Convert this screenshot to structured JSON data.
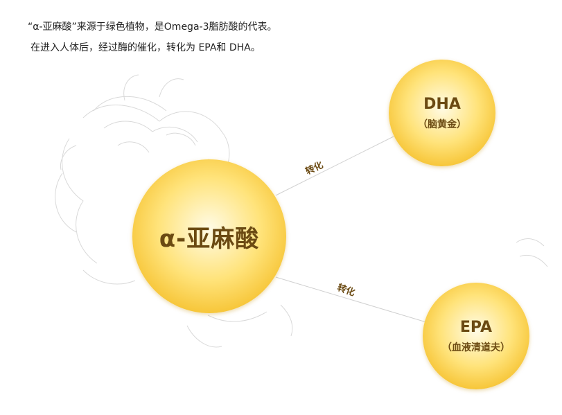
{
  "intro": {
    "line1": "“α-亚麻酸”来源于绿色植物，是Omega-3脂肪酸的代表。",
    "line2": "在进入人体后，经过酶的催化，转化为 EPA和 DHA。"
  },
  "nodes": {
    "ala": {
      "title": "α-亚麻酸"
    },
    "dha": {
      "title": "DHA",
      "subtitle": "（脑黄金）"
    },
    "epa": {
      "title": "EPA",
      "subtitle": "（血液清道夫）"
    }
  },
  "edges": {
    "to_dha": "转化",
    "to_epa": "转化"
  },
  "colors": {
    "circle_text": "#6b4a12",
    "circle_gold": "#f5c02c",
    "line": "#d0d0d0",
    "sketch": "#d9d9d9"
  }
}
